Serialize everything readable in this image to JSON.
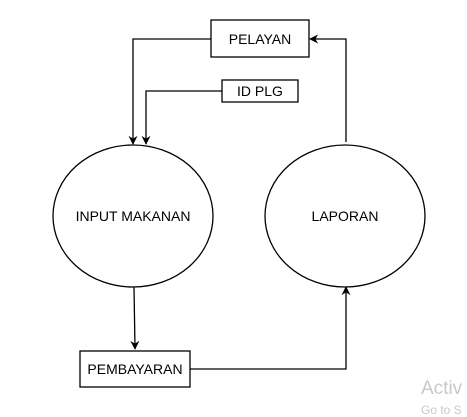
{
  "diagram": {
    "nodes": {
      "pelayan": "PELAYAN",
      "id_plg": "ID PLG",
      "input_makanan": "INPUT MAKANAN",
      "laporan": "LAPORAN",
      "pembayaran": "PEMBAYARAN"
    },
    "edges": [
      {
        "from": "PELAYAN",
        "to": "INPUT MAKANAN"
      },
      {
        "from": "ID PLG",
        "to": "INPUT MAKANAN"
      },
      {
        "from": "INPUT MAKANAN",
        "to": "PEMBAYARAN"
      },
      {
        "from": "PEMBAYARAN",
        "to": "LAPORAN"
      },
      {
        "from": "LAPORAN",
        "to": "PELAYAN"
      }
    ]
  },
  "overlay": {
    "watermark_line1": "Activ",
    "watermark_line2": "Go to S"
  },
  "colors": {
    "stroke": "#000000",
    "background": "#ffffff",
    "watermark": "#c8c8c8"
  }
}
